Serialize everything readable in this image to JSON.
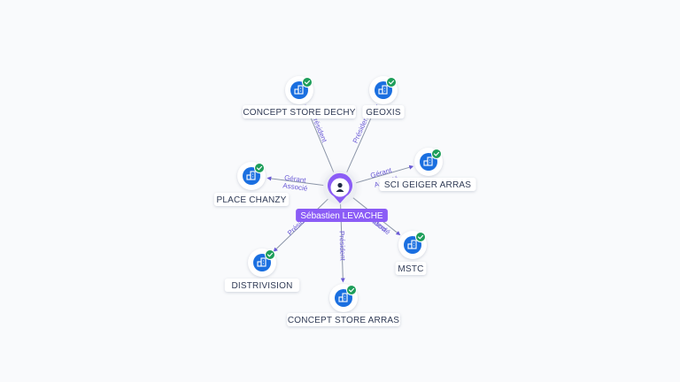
{
  "center": {
    "name": "Sébastien LEVACHE",
    "icon": "person-icon",
    "color": "#8b5cf6"
  },
  "colors": {
    "company_icon": "#1a6fe0",
    "check_badge": "#1e9e5a",
    "edge_line": "#8b95a8",
    "edge_text": "#6a5ad6",
    "center_pin": "#8b5cf6"
  },
  "companies": [
    {
      "id": "concept-store-dechy",
      "name": "CONCEPT STORE DECHY",
      "verified": true,
      "relations": [
        "Président"
      ]
    },
    {
      "id": "geoxis",
      "name": "GEOXIS",
      "verified": true,
      "relations": [
        "Président"
      ]
    },
    {
      "id": "sci-geiger-arras",
      "name": "SCI GEIGER ARRAS",
      "verified": true,
      "relations": [
        "Gérant",
        "Associé"
      ]
    },
    {
      "id": "mstc",
      "name": "MSTC",
      "verified": true,
      "relations": [
        "Président",
        "Associé"
      ]
    },
    {
      "id": "concept-store-arras",
      "name": "CONCEPT STORE ARRAS",
      "verified": true,
      "relations": [
        "Président"
      ]
    },
    {
      "id": "distrivision",
      "name": "DISTRIVISION",
      "verified": true,
      "relations": [
        "Président"
      ]
    },
    {
      "id": "place-chanzy",
      "name": "PLACE CHANZY",
      "verified": true,
      "relations": [
        "Gérant",
        "Associé"
      ]
    }
  ]
}
